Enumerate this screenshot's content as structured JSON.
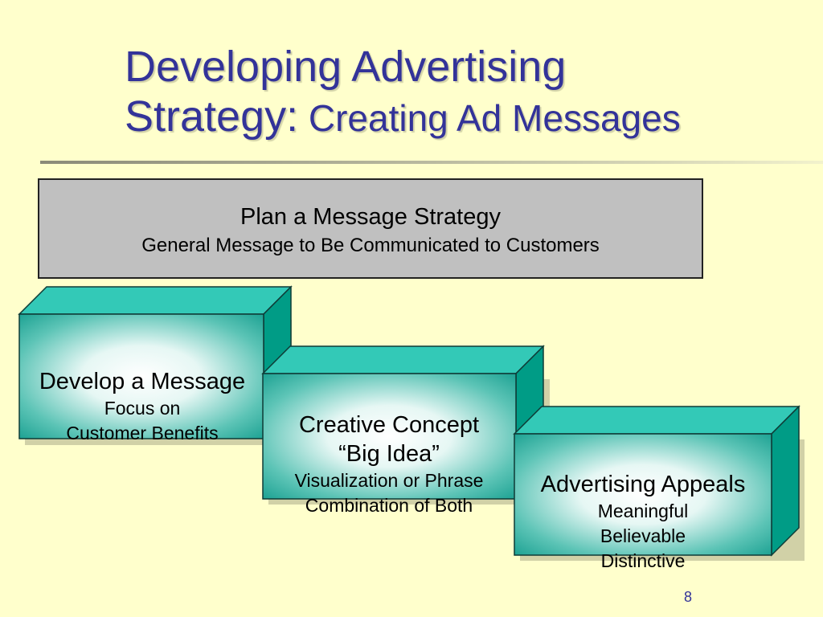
{
  "slide": {
    "title_line1": "Developing Advertising",
    "title_line2_main": "Strategy:",
    "title_line2_sub": " Creating Ad Messages",
    "plan": {
      "heading": "Plan a Message Strategy",
      "subheading": "General Message to Be Communicated to Customers"
    },
    "boxes": [
      {
        "heading": "Develop a Message",
        "lines": [
          "Focus on",
          "Customer Benefits"
        ]
      },
      {
        "heading": "Creative Concept",
        "lines": [
          "“Big Idea”",
          "Visualization or Phrase",
          "Combination of Both"
        ]
      },
      {
        "heading": "Advertising Appeals",
        "lines": [
          "Meaningful",
          "Believable",
          "Distinctive"
        ]
      }
    ],
    "page_number": "8"
  },
  "colors": {
    "background": "#ffffcc",
    "title": "#333399",
    "box_front_center": "#ffffff",
    "box_front_edge": "#1fa394",
    "box_top": "#33c9b7",
    "box_side": "#009c86",
    "plan_box": "#c0c0c0"
  }
}
